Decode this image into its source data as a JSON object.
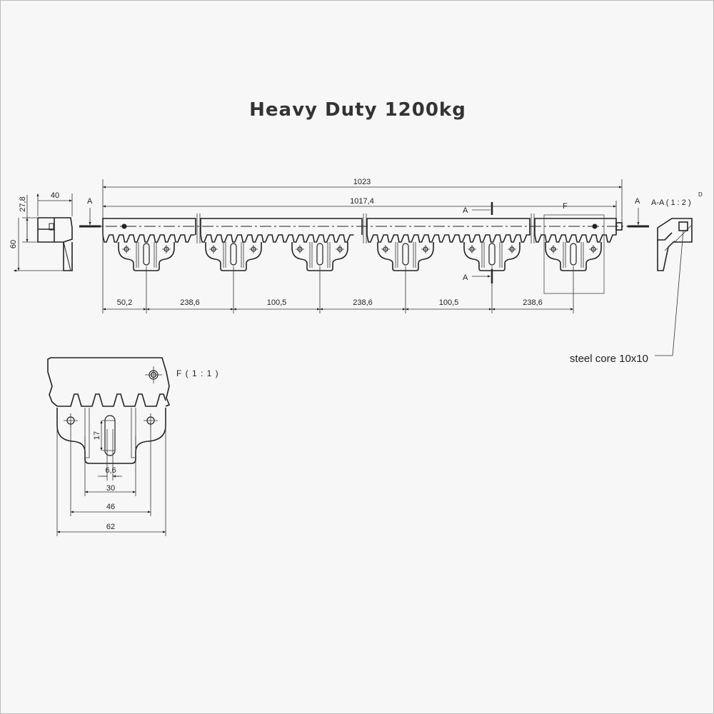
{
  "title": "Heavy Duty 1200kg",
  "dimensions": {
    "overall_length": "1023",
    "rack_length": "1017,4",
    "end_width": "40",
    "end_height_upper": "27,8",
    "end_height_total": "60",
    "spacings": [
      "50,2",
      "238,6",
      "100,5",
      "238,6",
      "100,5",
      "238,6"
    ]
  },
  "section_markers": {
    "left": "A",
    "right": "A",
    "cut_top": "A",
    "cut_bottom": "A"
  },
  "section_label": "A-A ( 1 : 2 )",
  "section_label_sup": "D",
  "detail_marker": "F",
  "detail_label": "F ( 1 : 1 )",
  "steel_core_label": "steel core 10x10",
  "detail_dimensions": {
    "slot_length": "17",
    "slot_width": "6,6",
    "inner_width": "30",
    "hole_spacing": "46",
    "outer_width": "62"
  }
}
